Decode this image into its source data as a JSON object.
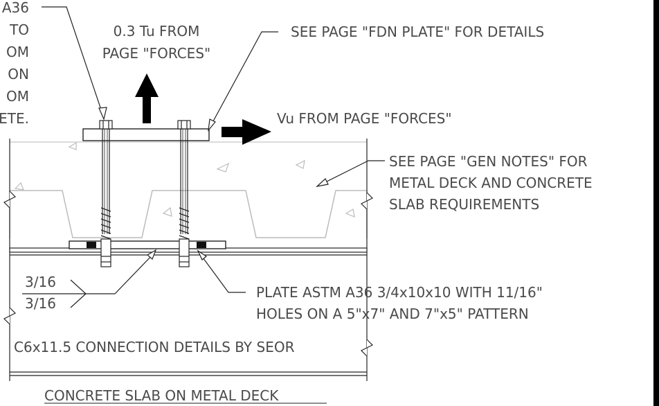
{
  "drawing": {
    "title": "CONCRETE SLAB ON METAL DECK",
    "notes": {
      "left_partial": [
        "A36",
        "TO",
        "OM",
        "ON",
        "OM",
        "ETE."
      ],
      "tension_force": [
        "0.3 Tu FROM",
        "PAGE \"FORCES\""
      ],
      "fdn_plate": "SEE PAGE \"FDN PLATE\" FOR DETAILS",
      "shear_force": "Vu FROM PAGE \"FORCES\"",
      "gen_notes": [
        "SEE PAGE \"GEN NOTES\" FOR",
        "METAL DECK AND CONCRETE",
        "SLAB REQUIREMENTS"
      ],
      "plate": [
        "PLATE ASTM A36 3/4x10x10 WITH 11/16\"",
        "HOLES ON A 5\"x7\" AND 7\"x5\" PATTERN"
      ],
      "channel": "C6x11.5 CONNECTION DETAILS BY SEOR"
    },
    "weld": {
      "top": "3/16",
      "bottom": "3/16"
    }
  }
}
